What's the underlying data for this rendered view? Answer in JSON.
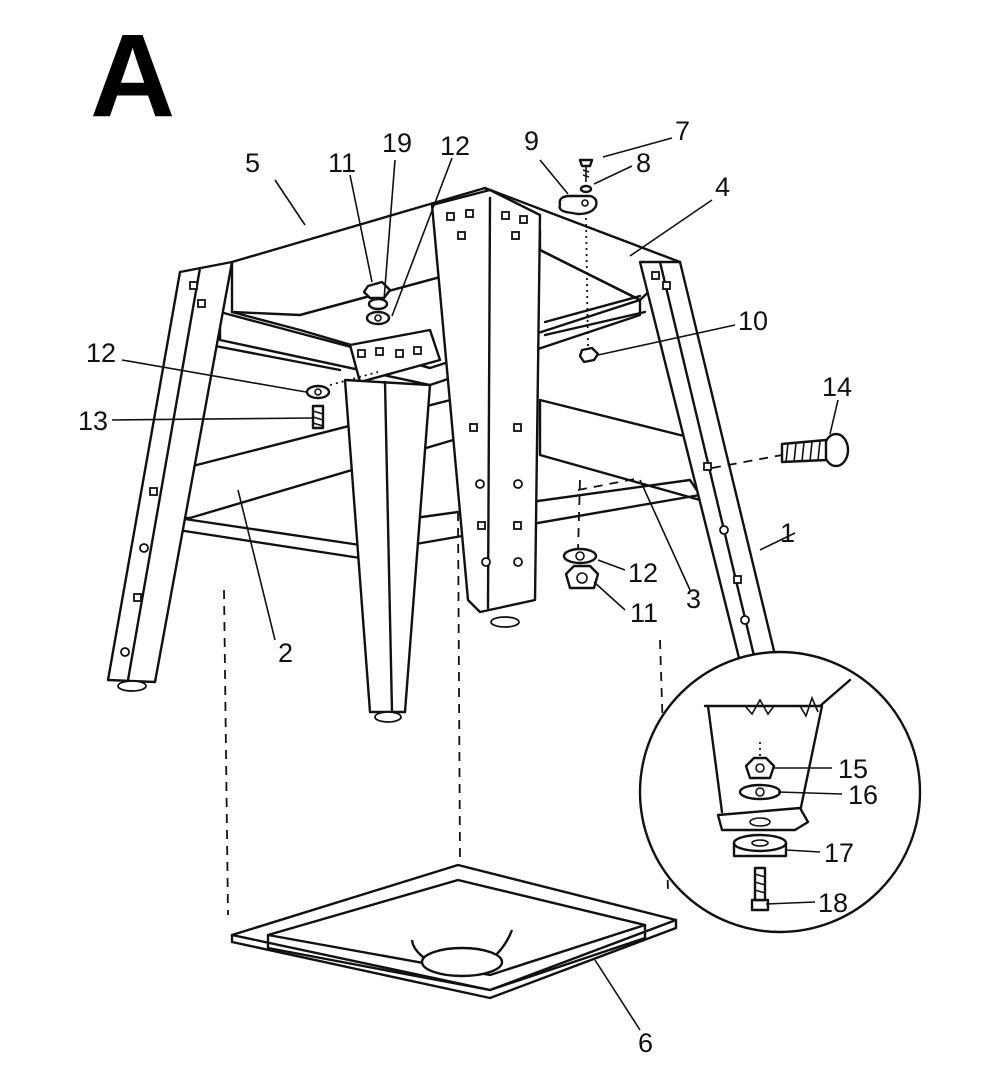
{
  "figure": {
    "letter": "A"
  },
  "labels": {
    "l1": "1",
    "l2": "2",
    "l3": "3",
    "l4": "4",
    "l5": "5",
    "l6": "6",
    "l7": "7",
    "l8": "8",
    "l9": "9",
    "l10": "10",
    "l11_top": "11",
    "l11_bottom": "11",
    "l12_top": "12",
    "l12_left": "12",
    "l12_right": "12",
    "l13": "13",
    "l14": "14",
    "l15": "15",
    "l16": "16",
    "l17": "17",
    "l18": "18",
    "l19": "19"
  }
}
